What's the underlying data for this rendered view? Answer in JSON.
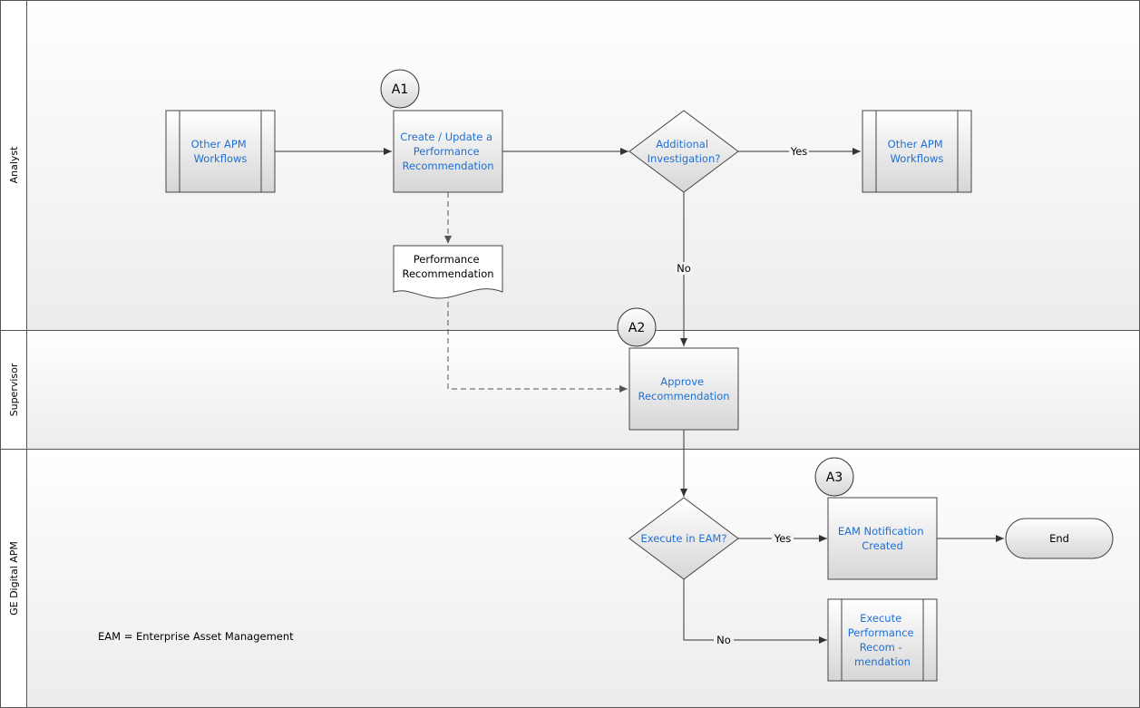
{
  "lanes": {
    "analyst": "Analyst",
    "supervisor": "Supervisor",
    "apm": "GE Digital APM"
  },
  "nodes": {
    "other_apm_1": [
      "Other APM",
      "Workflows"
    ],
    "create_update": [
      "Create / Update a",
      "Performance",
      "Recommendation"
    ],
    "additional_investigation": [
      "Additional",
      "Investigation?"
    ],
    "other_apm_2": [
      "Other APM",
      "Workflows"
    ],
    "performance_recommendation_doc": [
      "Performance",
      "Recommendation"
    ],
    "approve": [
      "Approve",
      "Recommendation"
    ],
    "execute_in_eam": [
      "Execute in EAM?"
    ],
    "eam_notification": [
      "EAM Notification",
      "Created"
    ],
    "end": [
      "End"
    ],
    "execute_performance": [
      "Execute",
      "Performance",
      "Recom -",
      "mendation"
    ]
  },
  "step_markers": {
    "a1": "A1",
    "a2": "A2",
    "a3": "A3"
  },
  "edge_labels": {
    "yes_1": "Yes",
    "no_1": "No",
    "yes_2": "Yes",
    "no_2": "No"
  },
  "note": "EAM = Enterprise Asset Management",
  "colors": {
    "link_text": "#1f6fd1",
    "lane_border": "#5a5a5a",
    "lane_fill": "#f4f4f4",
    "shape_fill_top": "#ffffff",
    "shape_fill_bottom": "#d9d9d9",
    "edge": "#333333"
  }
}
